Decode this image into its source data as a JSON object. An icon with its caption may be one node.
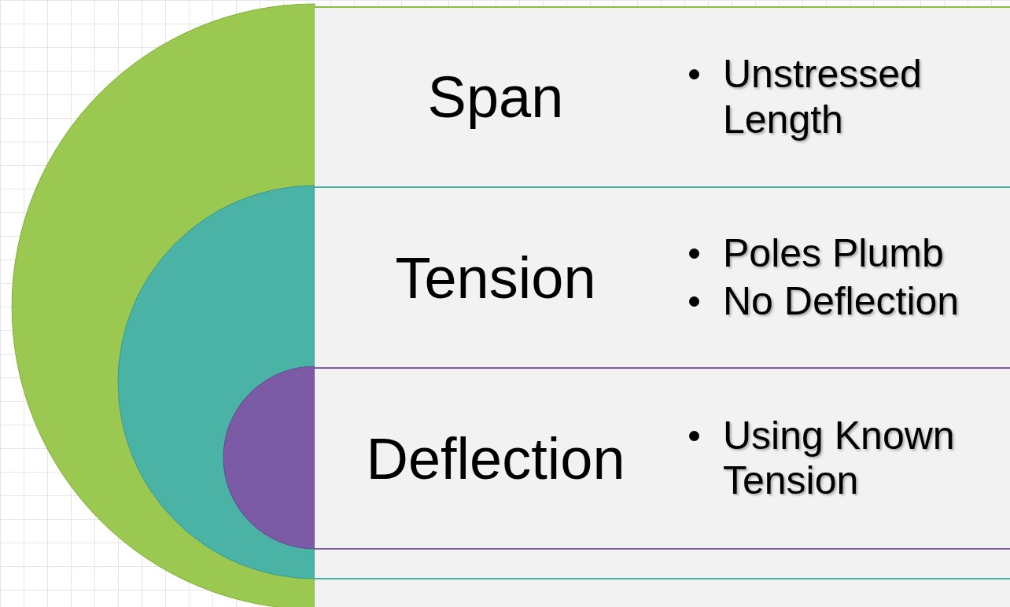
{
  "diagram": {
    "nodes": [
      {
        "text": [
          "Span",
          "Unstressed Length"
        ]
      },
      {
        "text": [
          "Tension",
          "Poles Plumb",
          "No Deflection"
        ]
      },
      {
        "text": [
          "Deflection",
          "Using Known Tension"
        ]
      }
    ],
    "edges": []
  }
}
